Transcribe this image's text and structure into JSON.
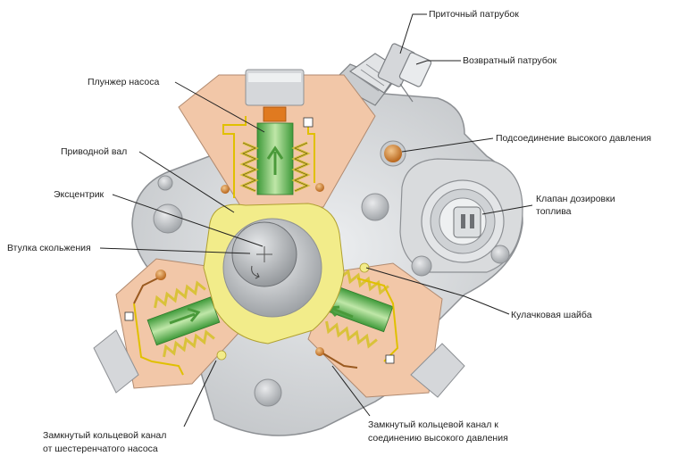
{
  "labels": {
    "inlet_fitting": "Приточный патрубок",
    "return_fitting": "Возвратный патрубок",
    "pump_plunger": "Плунжер насоса",
    "high_pressure_connection": "Подсоединение высокого давления",
    "drive_shaft": "Приводной вал",
    "metering_valve_line1": "Клапан дозировки",
    "metering_valve_line2": "топлива",
    "eccentric": "Эксцентрик",
    "slide_bushing": "Втулка скольжения",
    "cam_disc": "Кулачковая шайба",
    "ring_channel_gear_line1": "Замкнутый кольцевой канал",
    "ring_channel_gear_line2": "от шестеренчатого насоса",
    "ring_channel_hp_line1": "Замкнутый кольцевой канал к",
    "ring_channel_hp_line2": "соединению высокого давления"
  },
  "colors": {
    "housing": "#d4d6d8",
    "housing_edge": "#8d9094",
    "plunger_body": "#f2c7a8",
    "cam_ring": "#f2ec8a",
    "fuel_chamber": "#6cbf5a",
    "spring": "#d9c23a",
    "channel_line": "#e0c000",
    "port_orange": "#d9892e",
    "leader": "#222222"
  }
}
